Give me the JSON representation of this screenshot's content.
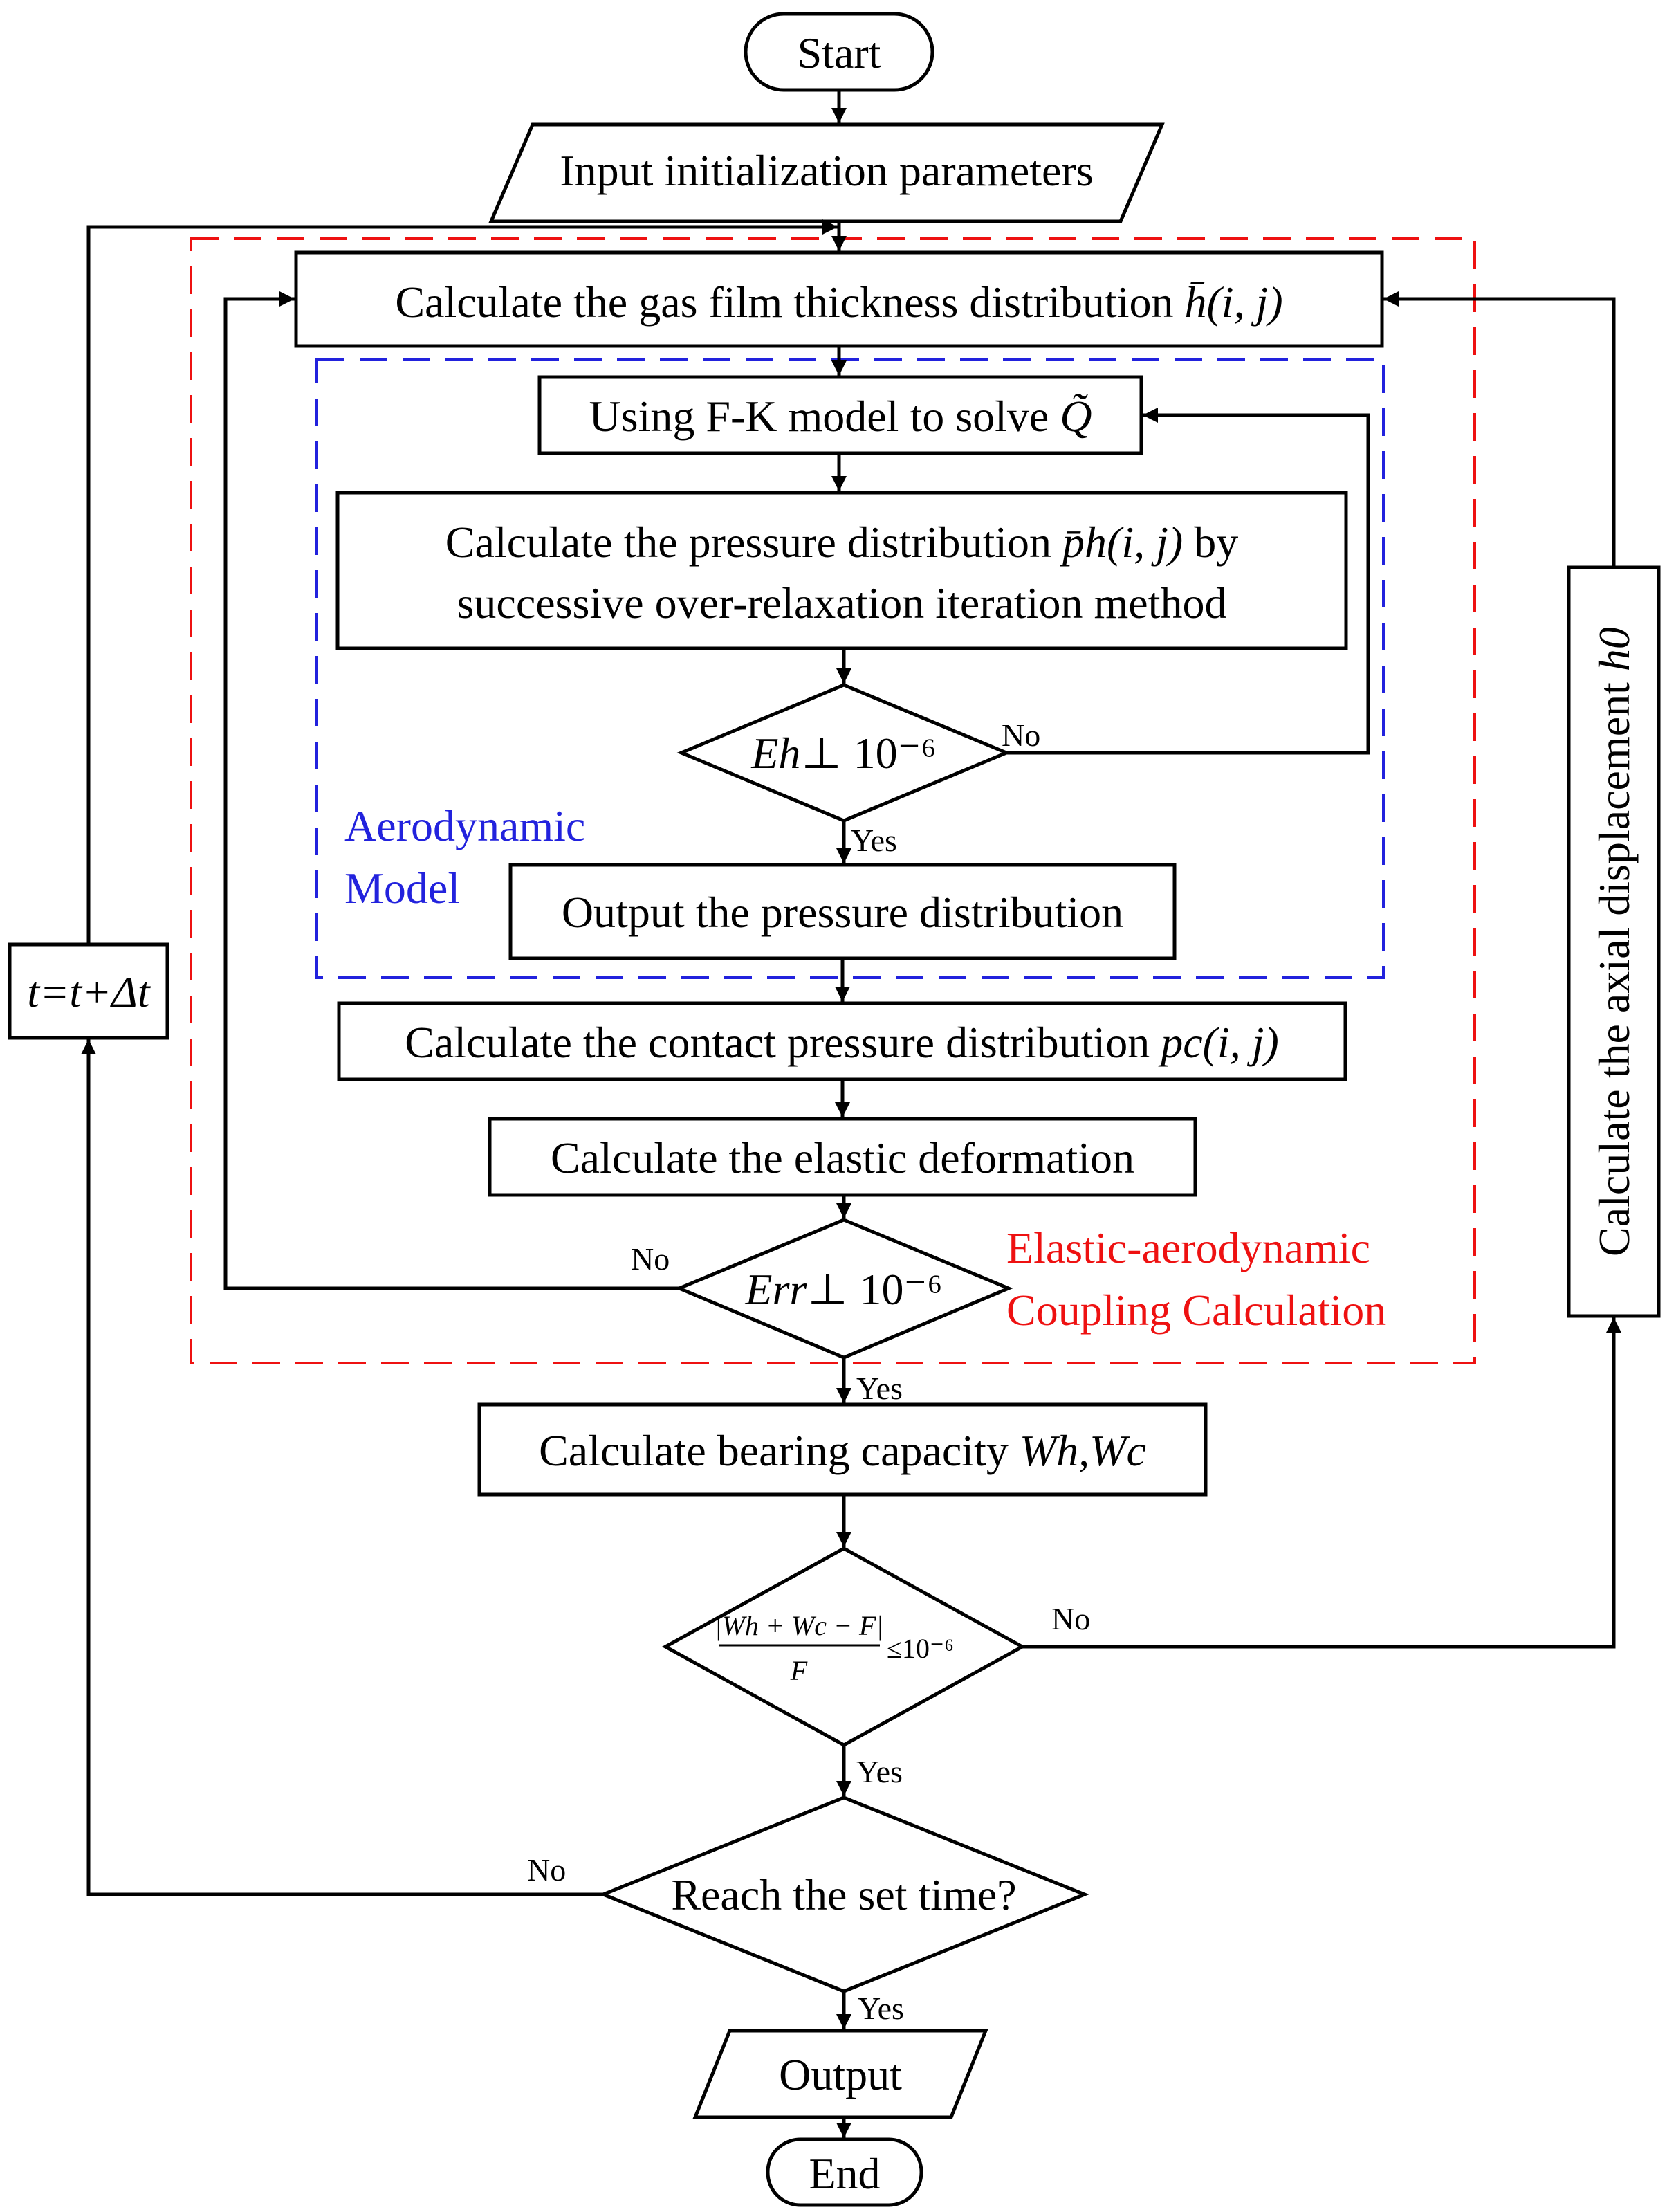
{
  "nodes": {
    "start": "Start",
    "input": "Input initialization parameters",
    "gas_film": {
      "text": "Calculate the gas film thickness distribution",
      "math": "h̄(i, j)"
    },
    "fk_model": {
      "text": "Using F-K model to solve",
      "math": "Q̃"
    },
    "pressure": {
      "line1_text": "Calculate the pressure distribution",
      "line1_math": "p̄h(i, j)",
      "line1_tail": "by",
      "line2": "successive over-relaxation iteration method"
    },
    "eh_check": {
      "var": "Eh",
      "op": "⊥",
      "val": "10⁻⁶"
    },
    "output_pressure": "Output the pressure distribution",
    "contact": {
      "text": "Calculate the contact pressure distribution",
      "math": "pc(i, j)"
    },
    "elastic": "Calculate the elastic deformation",
    "err_check": {
      "var": "Err",
      "op": "⊥",
      "val": "10⁻⁶"
    },
    "bearing": {
      "text": "Calculate bearing capacity",
      "math": "Wh,Wc"
    },
    "load_check": {
      "numerator": "|Wh + Wc − F|",
      "denominator": "F",
      "rhs": "≤10⁻⁶"
    },
    "time_check": "Reach the set time?",
    "output": "Output",
    "end": "End",
    "time_step": "t=t+Δt",
    "axial": {
      "text": "Calculate the axial displacement",
      "math": "h0"
    }
  },
  "edge_labels": {
    "eh_no": "No",
    "eh_yes": "Yes",
    "err_no": "No",
    "err_yes": "Yes",
    "load_no": "No",
    "load_yes": "Yes",
    "time_no": "No",
    "time_yes": "Yes"
  },
  "regions": {
    "aero_line1": "Aerodynamic",
    "aero_line2": "Model",
    "coupling_line1": "Elastic-aerodynamic",
    "coupling_line2": "Coupling Calculation"
  },
  "colors": {
    "aero_border": "#2222dd",
    "coupling_border": "#ee1111",
    "stroke": "#000000"
  }
}
